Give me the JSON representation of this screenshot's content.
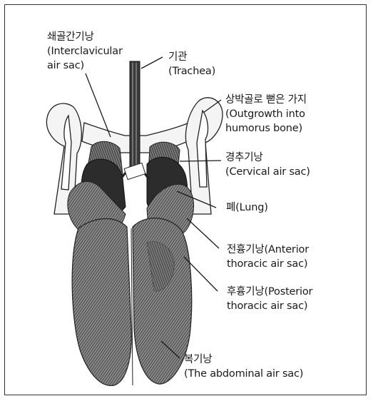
{
  "labels": {
    "interclavicular": {
      "ko": "쇄골간기낭",
      "en_1": "(Interclavicular",
      "en_2": "air sac)"
    },
    "trachea": {
      "ko": "기관",
      "en": "(Trachea)"
    },
    "humerus": {
      "ko": "상박골로 뻗은 가지",
      "en_1": "(Outgrowth into",
      "en_2": "humorus bone)"
    },
    "cervical": {
      "ko": "경추기낭",
      "en": "(Cervical air sac)"
    },
    "lung": {
      "text": "폐(Lung)"
    },
    "anterior": {
      "line_1": "전흉기낭(Anterior",
      "line_2": "thoracic air sac)"
    },
    "posterior": {
      "line_1": "후흉기낭(Posterior",
      "line_2": "thoracic air sac)"
    },
    "abdominal": {
      "ko": "복기낭",
      "en": "(The abdominal air sac)"
    }
  },
  "colors": {
    "ink": "#1a1a1a",
    "tissue_dark": "#2a2a2a",
    "tissue_mid": "#6a6a6a",
    "sac_light": "#f4f4f4"
  }
}
